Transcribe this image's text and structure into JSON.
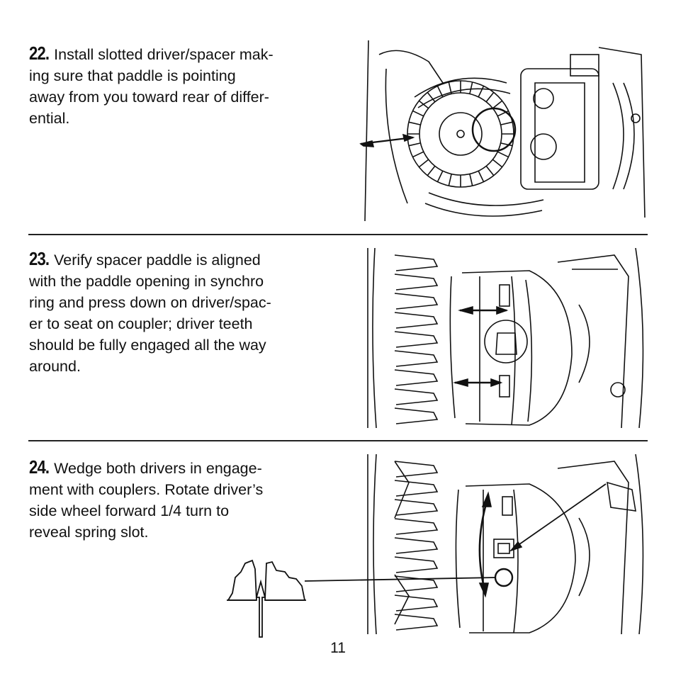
{
  "steps": [
    {
      "number": "22.",
      "text": "Install slotted driver/spacer making sure that paddle is pointing away from you toward rear of differential.",
      "lines": [
        "Install slotted driver/spacer mak-",
        "ing sure that paddle is pointing",
        "away from you toward rear of differ-",
        "ential."
      ]
    },
    {
      "number": "23.",
      "text": "Verify spacer paddle is aligned with the paddle opening in synchro ring and press down on driver/spacer to seat on coupler; driver teeth should be fully engaged all the way around.",
      "lines": [
        "Verify spacer paddle is aligned",
        "with the paddle opening in synchro",
        "ring and press down on driver/spac-",
        "er to seat on coupler; driver teeth",
        "should be fully engaged all the way",
        "around."
      ]
    },
    {
      "number": "24.",
      "text": "Wedge both drivers in engagement with couplers. Rotate driver's side wheel forward 1/4 turn to reveal spring slot.",
      "lines": [
        "Wedge both drivers in engage-",
        "ment with couplers.  Rotate driver’s",
        "side wheel forward 1/4 turn to",
        "reveal spring slot."
      ]
    }
  ],
  "page_number": "11",
  "colors": {
    "ink": "#111111",
    "rule": "#222222",
    "paper": "#ffffff"
  }
}
